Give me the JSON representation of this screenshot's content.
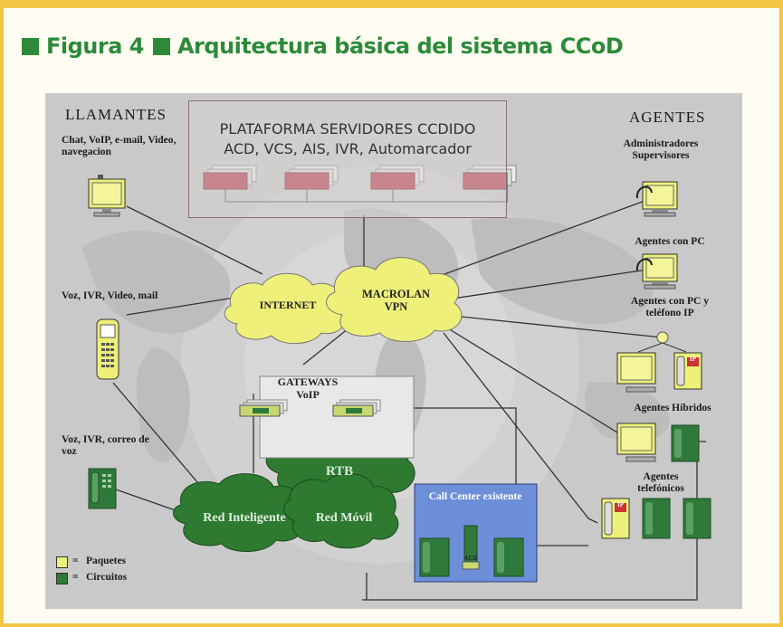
{
  "figure": {
    "label": "Figura 4",
    "title": "Arquitectura básica del sistema CCoD"
  },
  "diagram": {
    "callers_header": "LLAMANTES",
    "callers_desc": "Chat, VoIP, e-mail, Video, navegacion",
    "voice_desc": "Voz, IVR, Video, mail",
    "voicemail_desc": "Voz, IVR, correo de voz",
    "platform_title": "PLATAFORMA SERVIDORES CCDIDO",
    "platform_sub": "ACD, VCS, AIS, IVR, Automarcador",
    "agents_header": "AGENTES",
    "admin_label": "Administradores Supervisores",
    "agents_pc": "Agentes con PC",
    "agents_pc_ip": "Agentes con PC y teléfono IP",
    "agents_hybrid": "Agentes Híbridos",
    "agents_phone": "Agentes telefónicos",
    "internet": "INTERNET",
    "macrolan": "MACROLAN VPN",
    "gateways": "GATEWAYS VoIP",
    "rtb": "RTB",
    "red_inteligente": "Red Inteligente",
    "red_movil": "Red Móvil",
    "call_center": "Call Center existente",
    "acd": "ACD",
    "ip_badge": "IP",
    "legend_packets": "Paquetes",
    "legend_circuits": "Circuitos",
    "legend_eq": "=",
    "colors": {
      "packet": "#eef07a",
      "circuit": "#2f7a3a",
      "cloud_green": "#2e7a30",
      "server": "#b8283a",
      "accent": "#2c8a3a",
      "frame": "#f3c744"
    }
  }
}
